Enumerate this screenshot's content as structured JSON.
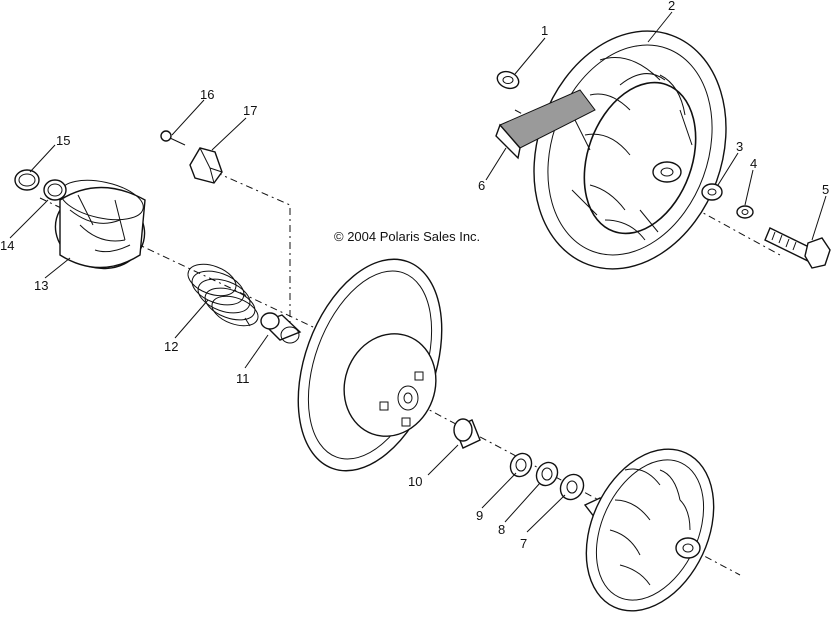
{
  "copyright": "© 2004 Polaris Sales Inc.",
  "callouts": [
    {
      "id": "1",
      "text": "1"
    },
    {
      "id": "2",
      "text": "2"
    },
    {
      "id": "3",
      "text": "3"
    },
    {
      "id": "4",
      "text": "4"
    },
    {
      "id": "5",
      "text": "5"
    },
    {
      "id": "6",
      "text": "6"
    },
    {
      "id": "7",
      "text": "7"
    },
    {
      "id": "8",
      "text": "8"
    },
    {
      "id": "9",
      "text": "9"
    },
    {
      "id": "10",
      "text": "10"
    },
    {
      "id": "11",
      "text": "11"
    },
    {
      "id": "12",
      "text": "12"
    },
    {
      "id": "13",
      "text": "13"
    },
    {
      "id": "14",
      "text": "14"
    },
    {
      "id": "15",
      "text": "15"
    },
    {
      "id": "16",
      "text": "16"
    },
    {
      "id": "17",
      "text": "17"
    }
  ]
}
